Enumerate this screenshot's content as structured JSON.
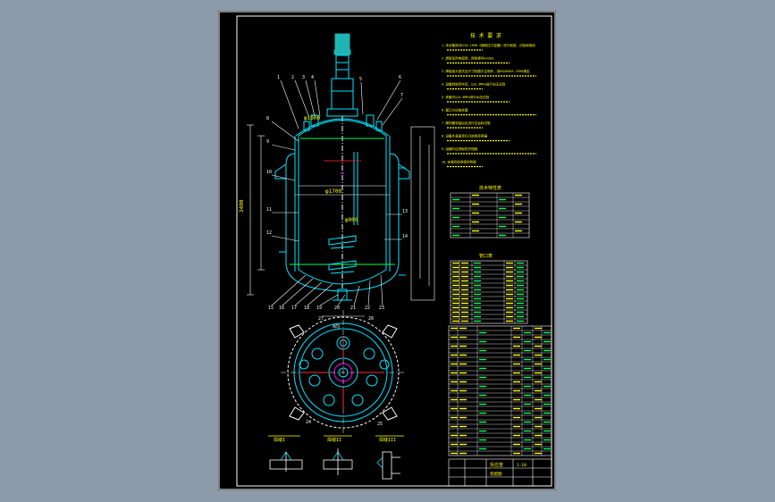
{
  "drawing": {
    "tech_req_title": "技 术 要 求",
    "tech_req_lines": [
      "1.本设备按GB150-1998《钢制压力容器》进行制造、试验和验收",
      "2.焊接采用电弧焊，焊条牌号E4303",
      "3.焊接接头型式及尺寸除图中注明外，按HG20583-1998规定",
      "4.设备制造完毕后，以0.3MPa进行水压试验",
      "5.夹套内以0.4MPa进行水压试验",
      "6.管口方位按本图",
      "7.搅拌器安装后应进行空运转试验",
      "8.设备外表面涂红丹防锈漆两遍",
      "9.运输时应采取防护措施",
      "10.安装后检查密封性能"
    ],
    "table1_title": "技术特性表",
    "table2_title": "管口表",
    "label_dia_1": "φ1900",
    "label_dia_2": "φ1700",
    "label_dim_h": "3400",
    "label_paddle": "φ900",
    "label_plan": "A向",
    "detail_labels": [
      "焊缝I",
      "焊缝II",
      "焊缝III"
    ],
    "title_block_main": "反应釜",
    "title_block_sub": "装配图",
    "title_block_scale": "1:10",
    "leader_numbers": [
      "1",
      "2",
      "3",
      "4",
      "5",
      "6",
      "7",
      "8",
      "9",
      "10",
      "11",
      "12",
      "13",
      "14",
      "15",
      "16",
      "17",
      "18",
      "19",
      "20",
      "21",
      "22",
      "23",
      "24",
      "25",
      "26",
      "27"
    ]
  },
  "colors": {
    "background": "#8c9aaa",
    "sheet": "#000000",
    "outline": "#ffffff",
    "vessel": "#00e5ff",
    "text": "#ffff00",
    "accent_green": "#00ff55",
    "accent_red": "#ff2b2b",
    "accent_magenta": "#ff00ff",
    "motor": "#1fb5b5"
  }
}
